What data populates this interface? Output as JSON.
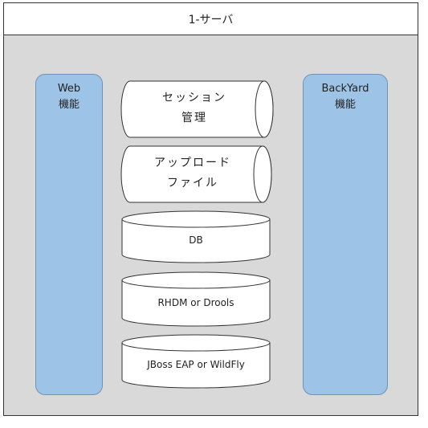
{
  "title": "1-サーバ",
  "left_panel": {
    "line1": "Web",
    "line2": "機能"
  },
  "right_panel": {
    "line1": "BackYard",
    "line2": "機能"
  },
  "components": {
    "session": {
      "line1": "セッション",
      "line2": "管理"
    },
    "upload": {
      "line1": "アップロード",
      "line2": "ファイル"
    },
    "db": "DB",
    "rhdm": "RHDM or Drools",
    "jboss": "JBoss EAP or WildFly"
  }
}
